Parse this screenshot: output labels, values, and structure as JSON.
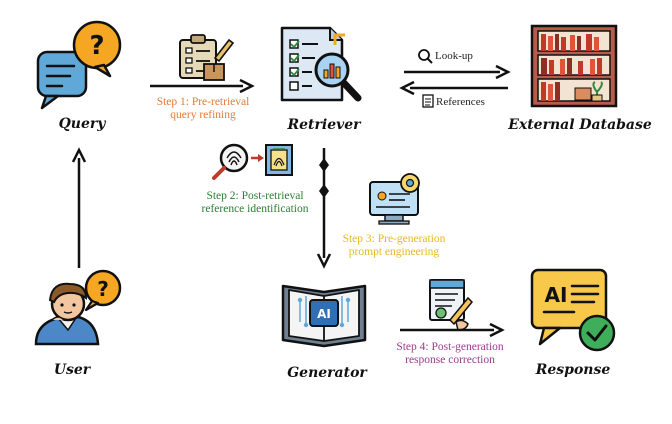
{
  "nodes": {
    "query": "Query",
    "retriever": "Retriever",
    "external_database": "External Database",
    "user": "User",
    "generator": "Generator",
    "response": "Response"
  },
  "steps": {
    "step1": {
      "line1": "Step 1: Pre-retrieval",
      "line2": "query refining",
      "color": "#e07b39"
    },
    "step2": {
      "line1": "Step 2: Post-retrieval",
      "line2": "reference identification",
      "color": "#2e7d32"
    },
    "step3": {
      "line1": "Step 3: Pre-generation",
      "line2": "prompt engineering",
      "color": "#e8b820"
    },
    "step4": {
      "line1": "Step 4: Post-generation",
      "line2": "response correction",
      "color": "#9c3c8c"
    }
  },
  "arrows": {
    "lookup": "Look-up",
    "references": "References"
  },
  "icons": {
    "query": "speech-bubble-question-icon",
    "step1": "clipboard-checklist-icon",
    "retriever": "document-magnifier-icon",
    "database": "bookshelf-icon",
    "step2": "fingerprint-scan-icon",
    "step3": "monitor-settings-icon",
    "user": "person-thinking-icon",
    "generator": "ai-chip-book-icon",
    "step4": "document-pen-icon",
    "response": "ai-speech-bubble-check-icon"
  },
  "generator_chip_text": "AI",
  "response_bubble_text": "AI"
}
